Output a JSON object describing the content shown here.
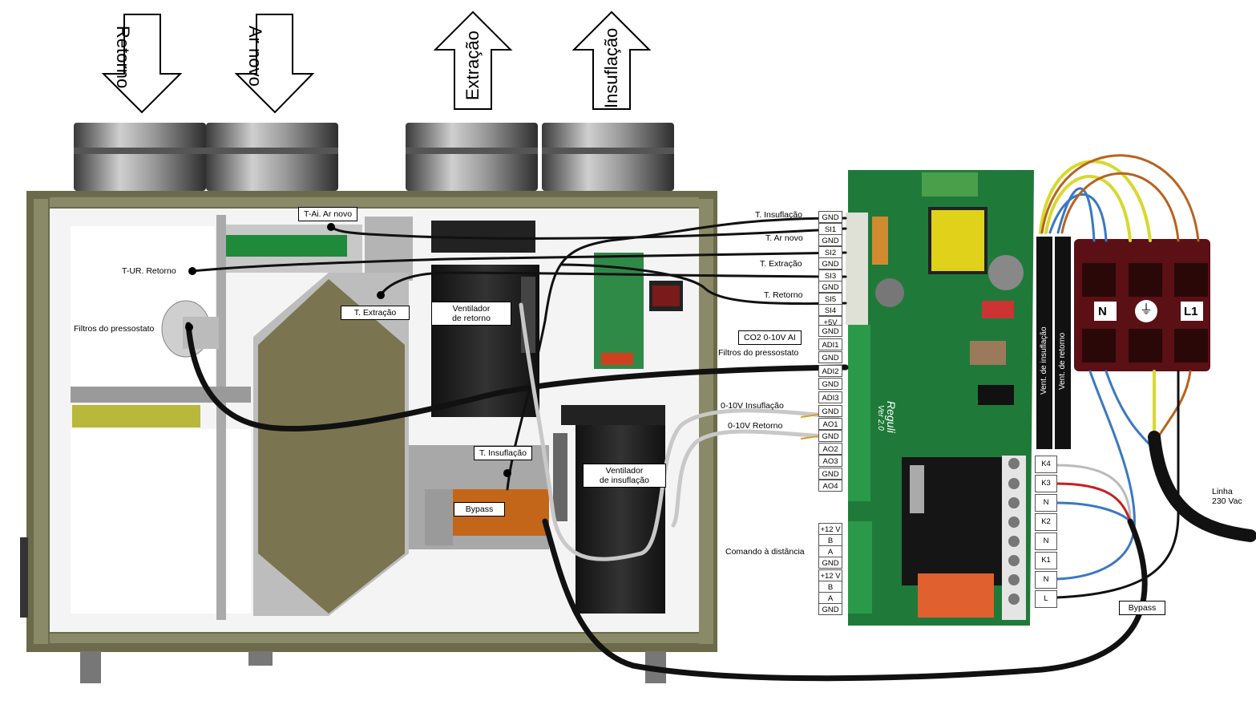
{
  "airflow_arrows": {
    "retorno": "Retorno",
    "ar_novo": "Ar novo",
    "extracao": "Extração",
    "insuflacao": "Insuflação"
  },
  "unit_labels": {
    "t_ai_ar_novo": "T-Ai. Ar novo",
    "t_ur_retorno": "T-UR. Retorno",
    "filtros_pressostato_left": "Filtros do pressostato",
    "t_extracao_inner": "T. Extração",
    "ventilador_retorno": "Ventilador\nde retorno",
    "ventilador_insuflacao": "Ventilador\nde insuflação",
    "t_insuflacao_inner": "T. Insuflação",
    "bypass_unit": "Bypass"
  },
  "wire_labels": {
    "t_insuflacao": "T. Insuflação",
    "t_ar_novo": "T. Ar novo",
    "t_extracao": "T. Extração",
    "t_retorno": "T. Retorno",
    "co2": "CO2 0-10V AI",
    "filtros_pressostato": "Filtros do pressostato",
    "insuflacao_0_10v": "0-10V Insuflação",
    "retorno_0_10v": "0-10V Retorno",
    "comando_distancia": "Comando à distância",
    "bypass_right": "Bypass",
    "linha": "Linha\n230 Vac",
    "vent_insuflacao": "Vent. de insuflação",
    "vent_retorno": "Vent. de retorno"
  },
  "board": {
    "label_reguli": "Reguli",
    "label_ver": "Ver 2.0",
    "sensor_pins": [
      "GND",
      "SI1",
      "GND",
      "SI2",
      "GND",
      "SI3",
      "GND",
      "SI5",
      "SI4",
      "+5V"
    ],
    "adi_pins": [
      "GND",
      "ADI1",
      "GND",
      "ADI2",
      "GND",
      "ADI3"
    ],
    "ao_pins": [
      "GND",
      "AO1",
      "GND",
      "AO2",
      "AO3",
      "GND",
      "AO4"
    ],
    "remote_pins_1": [
      "+12 V",
      "B",
      "A",
      "GND"
    ],
    "remote_pins_2": [
      "+12 V",
      "B",
      "A",
      "GND"
    ],
    "relay_pins": [
      "K4",
      "K3",
      "N",
      "K2",
      "N",
      "K1",
      "N",
      "L"
    ]
  },
  "terminal_block": {
    "n": "N",
    "earth": "⏚",
    "l1": "L1"
  },
  "colors": {
    "frame": "#6b6b4c",
    "board_green": "#1f7a3a",
    "bypass_orange": "#c4661a",
    "exchanger": "#7a7550",
    "terminal_red": "#6a1418",
    "wire_brown": "#b8621e",
    "wire_blue": "#3a78c2",
    "wire_yellow": "#d8d830"
  }
}
